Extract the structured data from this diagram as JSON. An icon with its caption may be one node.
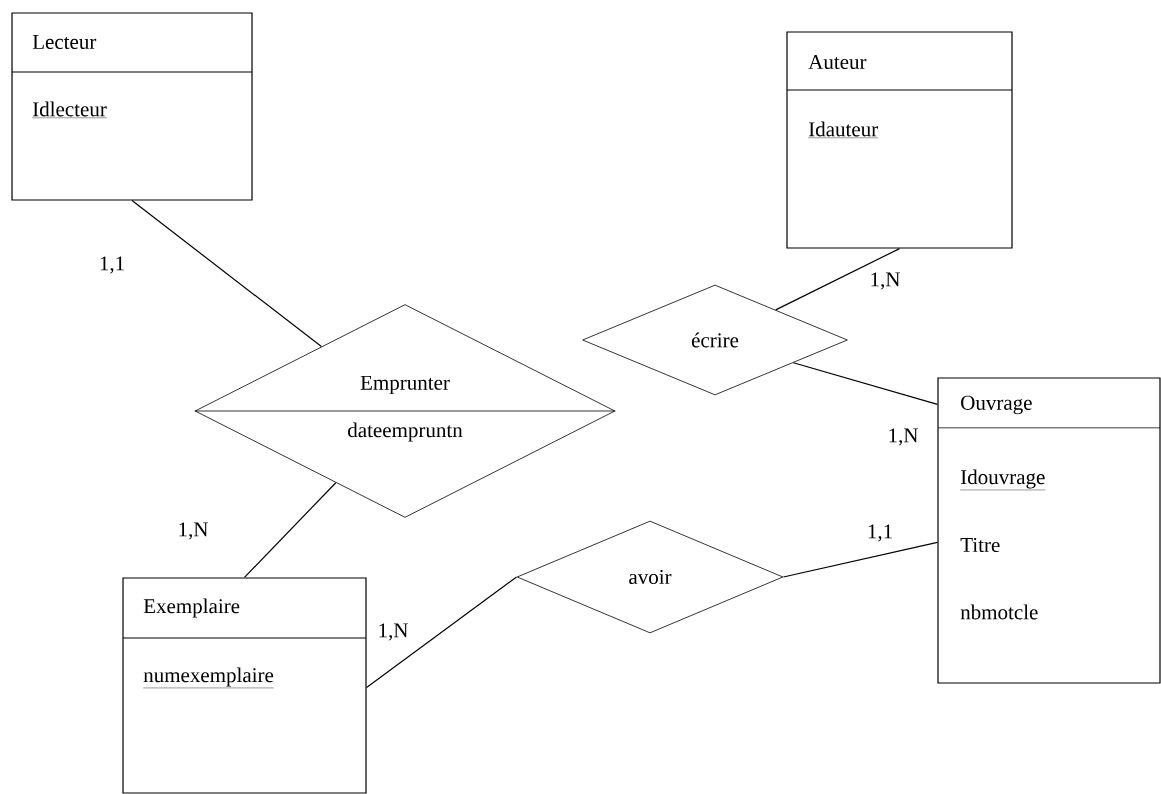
{
  "diagram": {
    "nodes": [
      {
        "text": [
          "Lecteur",
          "Idlecteur"
        ]
      },
      {
        "text": [
          "Auteur",
          "Idauteur"
        ]
      },
      {
        "text": [
          "Emprunter",
          "dateempruntn"
        ]
      },
      {
        "text": [
          "écrire"
        ]
      },
      {
        "text": [
          "Ouvrage",
          "Idouvrage",
          "Titre",
          "nbmotcle"
        ]
      },
      {
        "text": [
          "avoir"
        ]
      },
      {
        "text": [
          "Exemplaire",
          "numexemplaire"
        ]
      }
    ],
    "edges": [
      {
        "from": 0,
        "to": 2,
        "arrow": "none",
        "label": "1,1"
      },
      {
        "from": 1,
        "to": 3,
        "arrow": "none",
        "label": "1,N"
      },
      {
        "from": 3,
        "to": 4,
        "arrow": "none",
        "label": "1,N"
      },
      {
        "from": 2,
        "to": 6,
        "arrow": "none",
        "label": "1,N"
      },
      {
        "from": 5,
        "to": 4,
        "arrow": "none",
        "label": "1,1"
      },
      {
        "from": 6,
        "to": 5,
        "arrow": "none",
        "label": "1,N"
      }
    ]
  }
}
